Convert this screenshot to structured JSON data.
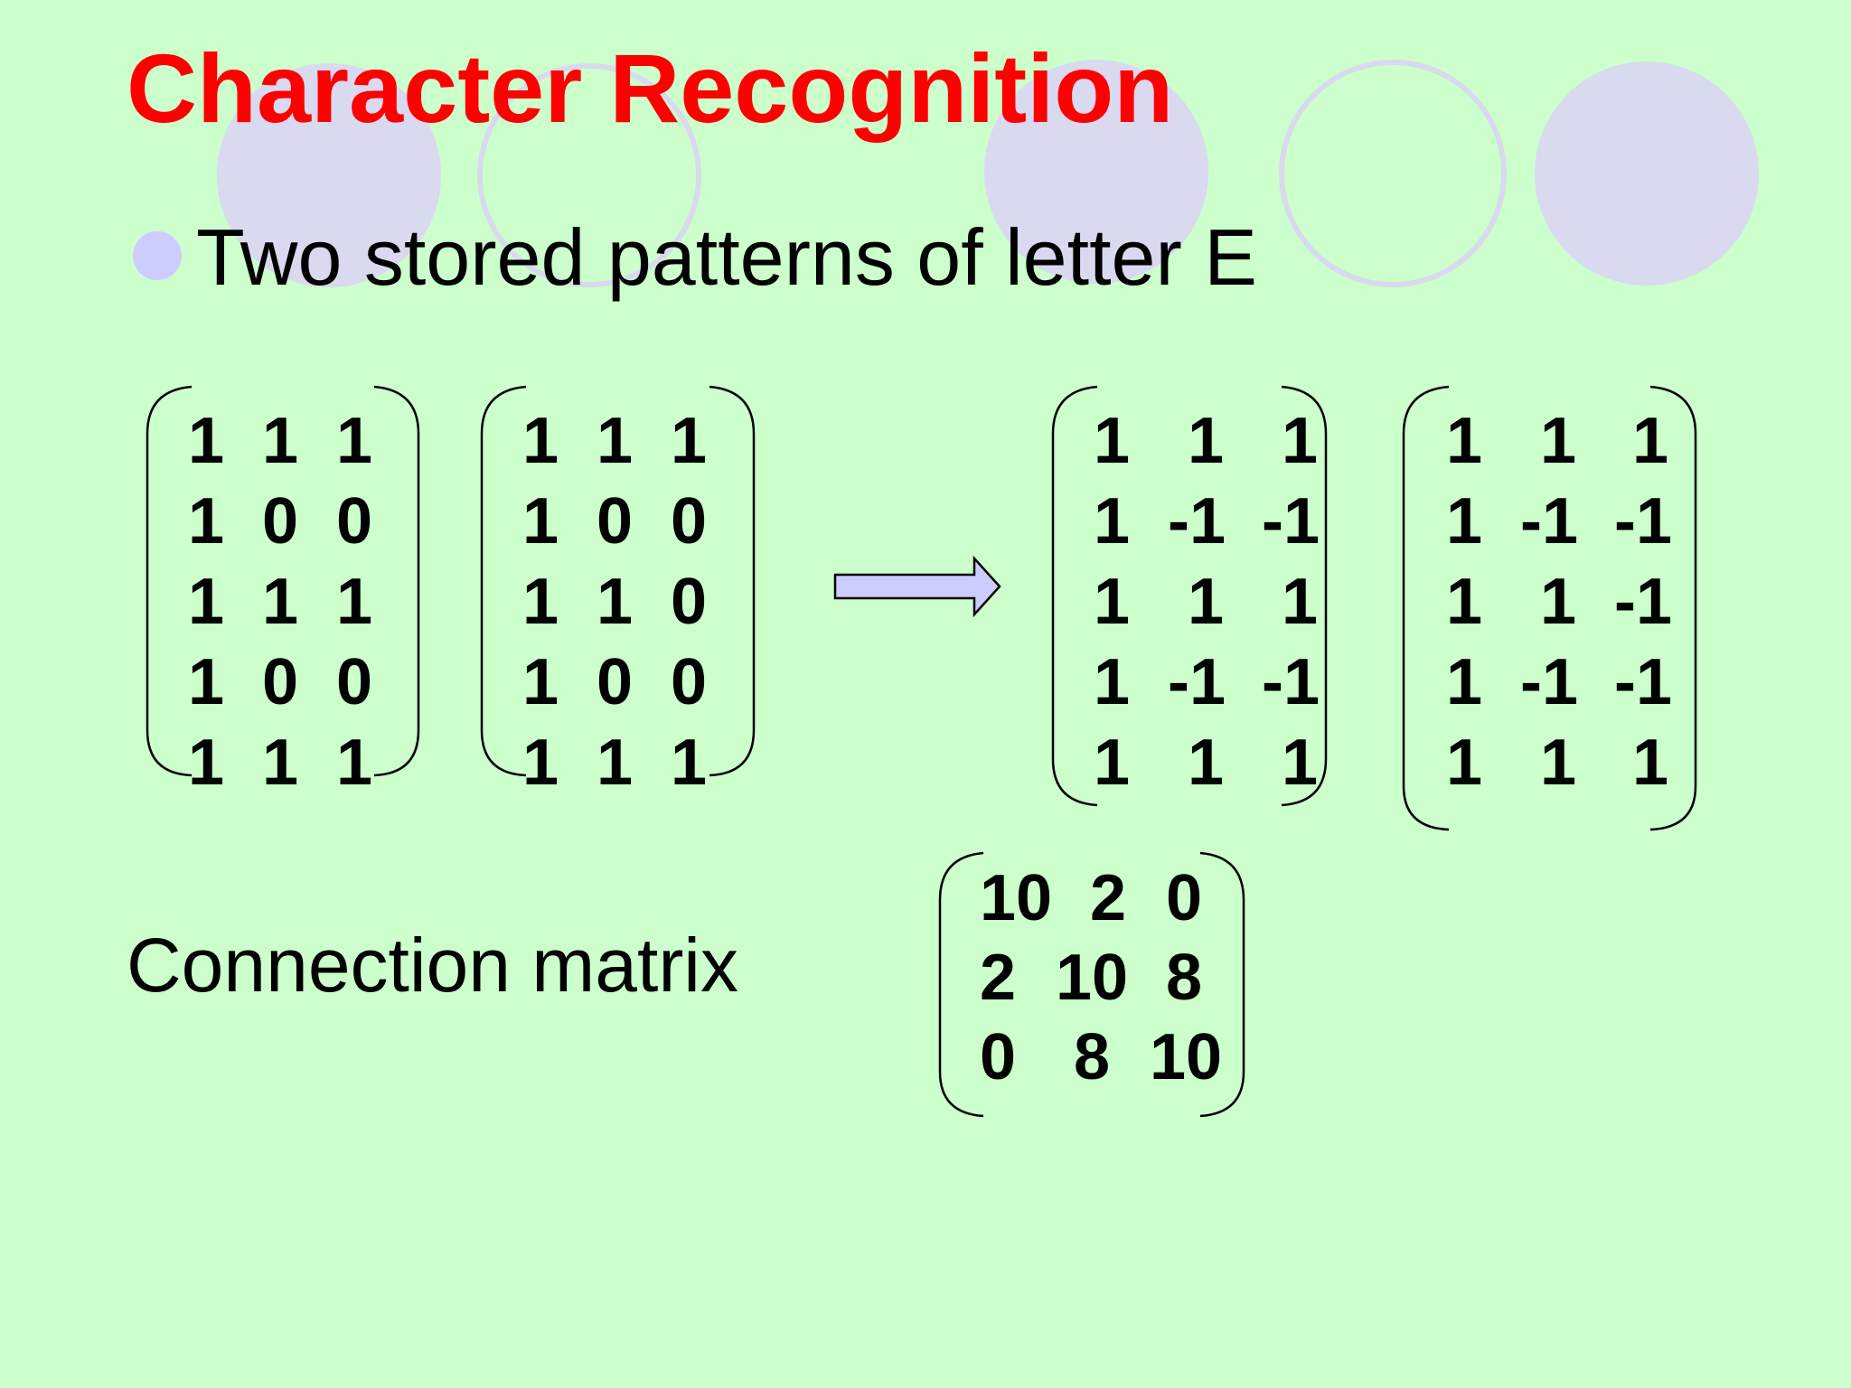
{
  "slide": {
    "title": "Character Recognition",
    "bullet": "Two stored patterns of letter E",
    "connection_label": "Connection matrix"
  },
  "matrices": {
    "pattern_1": [
      [
        "1",
        "1",
        "1"
      ],
      [
        "1",
        "0",
        "0"
      ],
      [
        "1",
        "1",
        "1"
      ],
      [
        "1",
        "0",
        "0"
      ],
      [
        "1",
        "1",
        "1"
      ]
    ],
    "pattern_2": [
      [
        "1",
        "1",
        "1"
      ],
      [
        "1",
        "0",
        "0"
      ],
      [
        "1",
        "1",
        "0"
      ],
      [
        "1",
        "0",
        "0"
      ],
      [
        "1",
        "1",
        "1"
      ]
    ],
    "bipolar_1": [
      [
        "1",
        "1",
        "1"
      ],
      [
        "1",
        "-1",
        "-1"
      ],
      [
        "1",
        "1",
        "1"
      ],
      [
        "1",
        "-1",
        "-1"
      ],
      [
        "1",
        "1",
        "1"
      ]
    ],
    "bipolar_2": [
      [
        "1",
        "1",
        "1"
      ],
      [
        "1",
        "-1",
        "-1"
      ],
      [
        "1",
        "1",
        "-1"
      ],
      [
        "1",
        "-1",
        "-1"
      ],
      [
        "1",
        "1",
        "1"
      ]
    ],
    "connection": [
      [
        "10",
        "2",
        "0"
      ],
      [
        "2",
        "10",
        "8"
      ],
      [
        "0",
        "8",
        "10"
      ]
    ]
  },
  "colors": {
    "background": "#ccffcc",
    "title": "#ff0000",
    "decor_circle": "#d9d9f0",
    "bullet": "#ccccff",
    "arrow_fill": "#ccccff"
  }
}
